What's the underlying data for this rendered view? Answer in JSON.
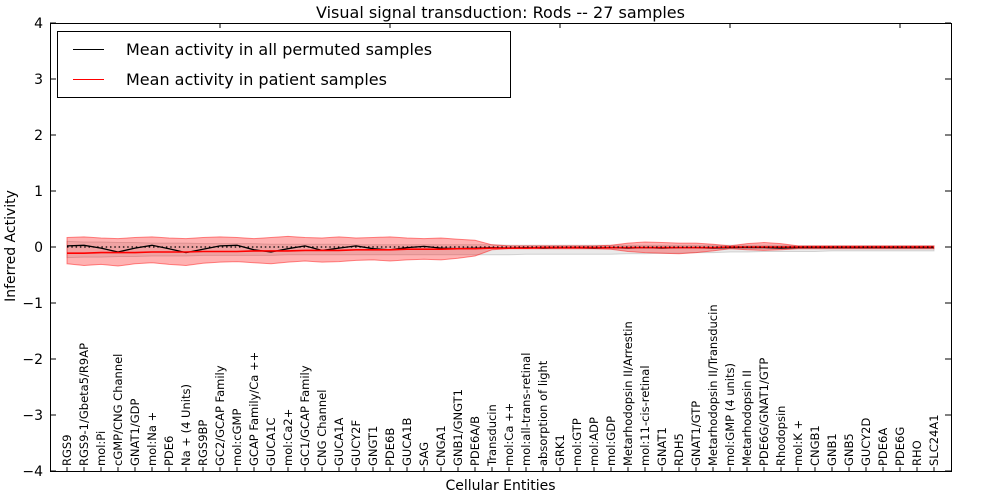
{
  "title": "Visual signal transduction: Rods -- 27 samples",
  "axes": {
    "xlabel": "Cellular Entities",
    "ylabel": "Inferred Activity"
  },
  "legend": {
    "entries": [
      {
        "label": "Mean activity in all permuted samples",
        "color": "#000000"
      },
      {
        "label": "Mean activity in patient samples",
        "color": "#ff0000"
      }
    ],
    "position": "upper left"
  },
  "colors": {
    "background": "#ffffff",
    "frame": "#000000",
    "permuted_line": "#000000",
    "patient_line": "#ff0000",
    "patient_band": "#ff0000",
    "permuted_band": "#888888",
    "zero_line": "#000000"
  },
  "chart_data": {
    "type": "line",
    "title": "Visual signal transduction: Rods -- 27 samples",
    "xlabel": "Cellular Entities",
    "ylabel": "Inferred Activity",
    "ylim": [
      -4,
      4
    ],
    "grid": false,
    "legend_position": "upper left",
    "yticks": [
      {
        "value": 4,
        "label": "4"
      },
      {
        "value": 3,
        "label": "3"
      },
      {
        "value": 2,
        "label": "2"
      },
      {
        "value": 1,
        "label": "1"
      },
      {
        "value": 0,
        "label": "0"
      },
      {
        "value": -1,
        "label": "−1"
      },
      {
        "value": -2,
        "label": "−2"
      },
      {
        "value": -3,
        "label": "−3"
      },
      {
        "value": -4,
        "label": "−4"
      }
    ],
    "top_axis_ticks": [
      10,
      20,
      30,
      40,
      50
    ],
    "categories": [
      "RGS9",
      "RGS9-1/Gbeta5/R9AP",
      "mol:Pi",
      "cGMP/CNG Channel",
      "GNAT1/GDP",
      "mol:Na +",
      "PDE6",
      "Na + (4 Units)",
      "RGS9BP",
      "GC2/GCAP Family",
      "mol:cGMP",
      "GCAP Family/Ca ++",
      "GUCA1C",
      "mol:Ca2+",
      "GC1/GCAP Family",
      "CNG Channel",
      "GUCA1A",
      "GUCY2F",
      "GNGT1",
      "PDE6B",
      "GUCA1B",
      "SAG",
      "CNGA1",
      "GNB1/GNGT1",
      "PDE6A/B",
      "Transducin",
      "mol:Ca ++",
      "mol:all-trans-retinal",
      "absorption of light",
      "GRK1",
      "mol:GTP",
      "mol:ADP",
      "mol:GDP",
      "Metarhodopsin II/Arrestin",
      "mol:11-cis-retinal",
      "GNAT1",
      "RDH5",
      "GNAT1/GTP",
      "Metarhodopsin II/Transducin",
      "mol:GMP (4 units)",
      "Metarhodopsin II",
      "PDE6G/GNAT1/GTP",
      "Rhodopsin",
      "mol:K +",
      "CNGB1",
      "GNB1",
      "GNB5",
      "GUCY2D",
      "PDE6A",
      "PDE6G",
      "RHO",
      "SLC24A1"
    ],
    "series": [
      {
        "name": "Mean activity in all permuted samples",
        "color": "#000000",
        "values": [
          0.02,
          0.03,
          -0.02,
          -0.09,
          -0.02,
          0.03,
          -0.03,
          -0.1,
          -0.04,
          0.02,
          0.03,
          -0.05,
          -0.09,
          -0.03,
          0.02,
          -0.06,
          -0.02,
          0.02,
          -0.03,
          -0.05,
          -0.01,
          0.01,
          -0.02,
          -0.03,
          -0.02,
          -0.01,
          -0.02,
          -0.01,
          -0.02,
          -0.01,
          -0.01,
          -0.02,
          -0.01,
          -0.02,
          -0.01,
          -0.02,
          -0.01,
          -0.01,
          -0.02,
          -0.01,
          -0.01,
          -0.01,
          -0.02,
          -0.01,
          -0.01,
          -0.01,
          -0.01,
          -0.01,
          -0.01,
          -0.01,
          -0.01,
          -0.01
        ]
      },
      {
        "name": "Mean activity in patient samples",
        "color": "#ff0000",
        "values": [
          -0.11,
          -0.11,
          -0.1,
          -0.1,
          -0.1,
          -0.09,
          -0.09,
          -0.09,
          -0.08,
          -0.08,
          -0.08,
          -0.07,
          -0.07,
          -0.07,
          -0.06,
          -0.06,
          -0.06,
          -0.05,
          -0.05,
          -0.05,
          -0.04,
          -0.04,
          -0.04,
          -0.03,
          -0.03,
          -0.02,
          -0.02,
          -0.02,
          -0.01,
          -0.01,
          -0.01,
          -0.01,
          -0.01,
          -0.01,
          -0.01,
          -0.01,
          -0.01,
          -0.01,
          -0.01,
          0.0,
          0.0,
          0.0,
          0.0,
          0.0,
          0.0,
          0.0,
          0.0,
          0.0,
          0.0,
          0.0,
          0.0,
          0.0
        ]
      }
    ],
    "bands": [
      {
        "name": "permuted-samples-std-band",
        "color": "#888888",
        "fill_opacity": 0.18,
        "upper": [
          0.1,
          0.09,
          0.09,
          0.08,
          0.08,
          0.07,
          0.07,
          0.07,
          0.06,
          0.06,
          0.06,
          0.06,
          0.05,
          0.05,
          0.05,
          0.05,
          0.05,
          0.04,
          0.04,
          0.04,
          0.04,
          0.04,
          0.04,
          0.04,
          0.04,
          0.04,
          0.03,
          0.03,
          0.03,
          0.03,
          0.03,
          0.03,
          0.03,
          0.03,
          0.03,
          0.03,
          0.03,
          0.03,
          0.03,
          0.03,
          0.03,
          0.03,
          0.03,
          0.02,
          0.02,
          0.02,
          0.02,
          0.02,
          0.02,
          0.02,
          0.02,
          0.02
        ],
        "lower": [
          -0.19,
          -0.18,
          -0.18,
          -0.17,
          -0.17,
          -0.16,
          -0.16,
          -0.16,
          -0.15,
          -0.15,
          -0.15,
          -0.15,
          -0.15,
          -0.14,
          -0.14,
          -0.14,
          -0.14,
          -0.14,
          -0.14,
          -0.14,
          -0.14,
          -0.14,
          -0.14,
          -0.14,
          -0.14,
          -0.14,
          -0.14,
          -0.13,
          -0.13,
          -0.13,
          -0.13,
          -0.13,
          -0.13,
          -0.12,
          -0.12,
          -0.11,
          -0.11,
          -0.1,
          -0.1,
          -0.09,
          -0.09,
          -0.08,
          -0.08,
          -0.08,
          -0.08,
          -0.07,
          -0.07,
          -0.07,
          -0.07,
          -0.07,
          -0.07,
          -0.07
        ]
      },
      {
        "name": "patient-samples-std-band",
        "color": "#ff0000",
        "fill_opacity": 0.3,
        "upper": [
          0.17,
          0.18,
          0.16,
          0.15,
          0.17,
          0.18,
          0.16,
          0.15,
          0.17,
          0.18,
          0.17,
          0.15,
          0.17,
          0.19,
          0.17,
          0.16,
          0.18,
          0.16,
          0.17,
          0.18,
          0.16,
          0.15,
          0.16,
          0.14,
          0.12,
          0.04,
          0.02,
          0.02,
          0.02,
          0.02,
          0.02,
          0.02,
          0.03,
          0.07,
          0.09,
          0.08,
          0.07,
          0.07,
          0.05,
          0.02,
          0.06,
          0.08,
          0.06,
          0.02,
          0.02,
          0.02,
          0.02,
          0.02,
          0.02,
          0.02,
          0.02,
          0.02
        ],
        "lower": [
          -0.3,
          -0.33,
          -0.31,
          -0.34,
          -0.3,
          -0.28,
          -0.31,
          -0.33,
          -0.29,
          -0.27,
          -0.26,
          -0.28,
          -0.3,
          -0.27,
          -0.25,
          -0.27,
          -0.26,
          -0.24,
          -0.23,
          -0.25,
          -0.23,
          -0.22,
          -0.23,
          -0.2,
          -0.16,
          -0.05,
          -0.03,
          -0.03,
          -0.03,
          -0.03,
          -0.03,
          -0.03,
          -0.04,
          -0.08,
          -0.1,
          -0.11,
          -0.12,
          -0.1,
          -0.07,
          -0.03,
          -0.05,
          -0.06,
          -0.05,
          -0.03,
          -0.03,
          -0.03,
          -0.03,
          -0.03,
          -0.03,
          -0.03,
          -0.03,
          -0.03
        ]
      }
    ],
    "zero_line": {
      "value": 0,
      "style": "dotted",
      "color": "#000000"
    }
  }
}
